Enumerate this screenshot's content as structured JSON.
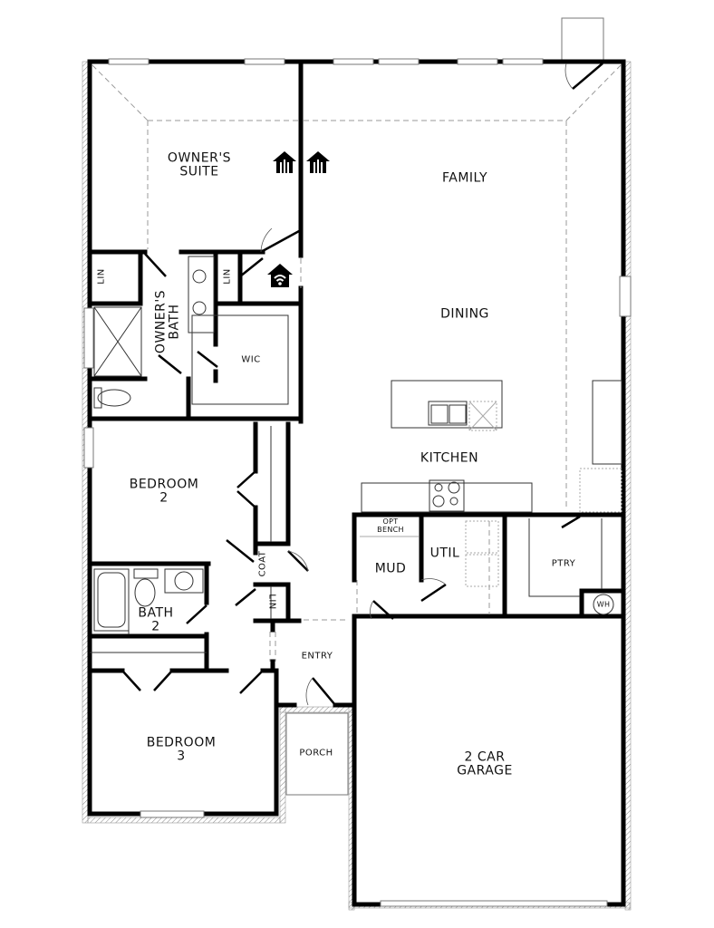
{
  "plan": {
    "colors": {
      "wall": "#000000",
      "fixture": "#333333",
      "dash": "#999999",
      "hatch": "#888888",
      "background": "#ffffff"
    },
    "rooms": {
      "owners_suite": {
        "line1": "OWNER'S",
        "line2": "SUITE"
      },
      "family": "FAMILY",
      "dining": "DINING",
      "kitchen": "KITCHEN",
      "owners_bath": {
        "line1": "OWNER'S",
        "line2": "BATH"
      },
      "wic": "WIC",
      "lin_bath": "LIN",
      "lin_suite": "LIN",
      "lin_hall": "LIN",
      "coat": "COAT",
      "bedroom2": {
        "line1": "BEDROOM",
        "line2": "2"
      },
      "bath2": {
        "line1": "BATH",
        "line2": "2"
      },
      "bedroom3": {
        "line1": "BEDROOM",
        "line2": "3"
      },
      "entry": "ENTRY",
      "porch": "PORCH",
      "mud": "MUD",
      "opt_bench": {
        "line1": "OPT",
        "line2": "BENCH"
      },
      "util": "UTIL",
      "ptry": "PTRY",
      "water_heater": "WH",
      "garage": {
        "line1": "2 CAR",
        "line2": "GARAGE"
      }
    },
    "icons": [
      "smart-home-icon",
      "smart-home-icon",
      "wifi-home-icon"
    ]
  }
}
